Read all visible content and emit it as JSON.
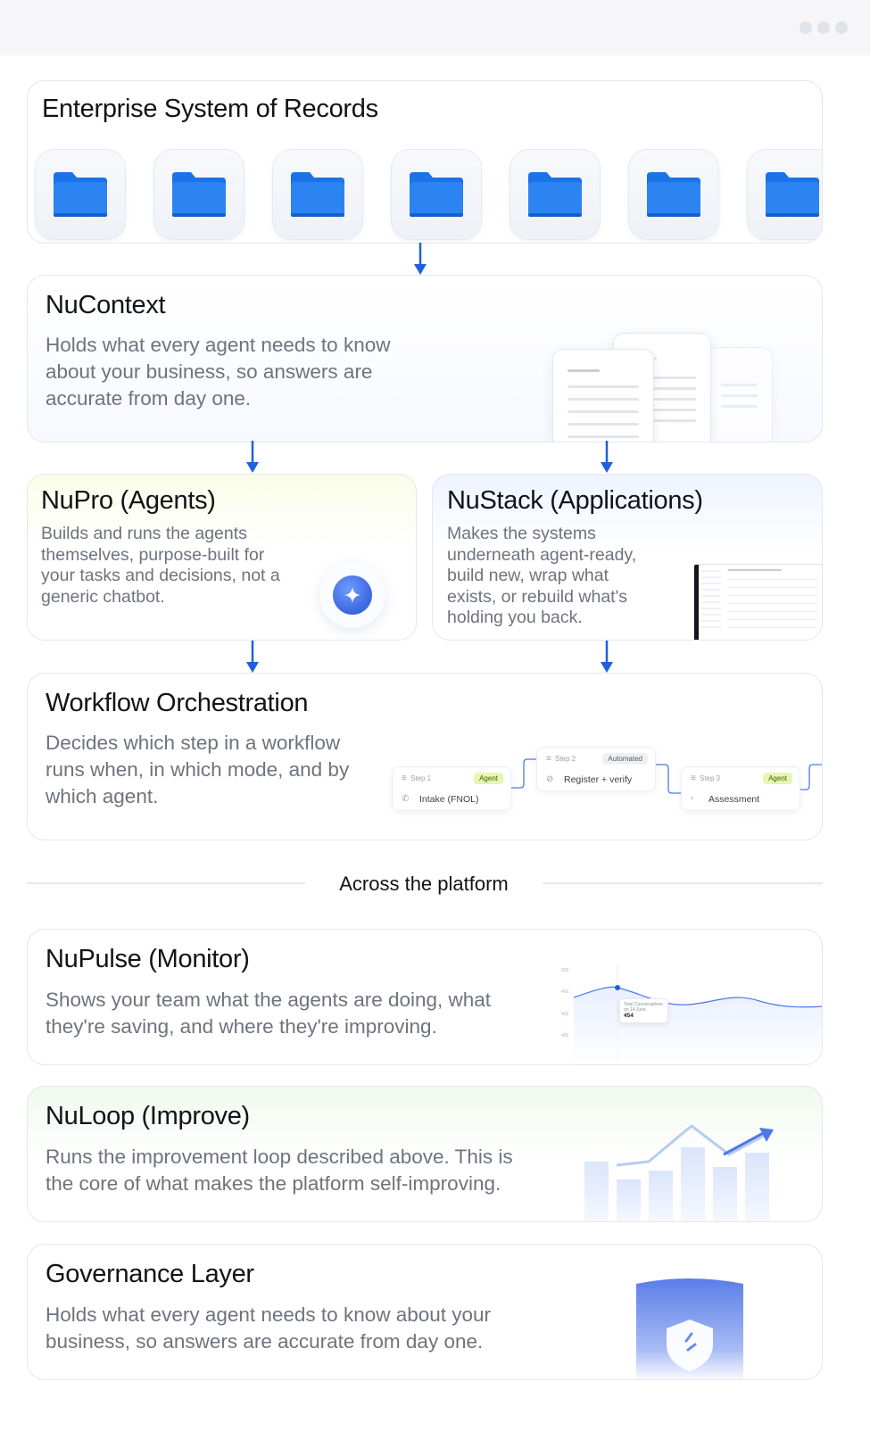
{
  "records": {
    "title": "Enterprise System of Records",
    "folders": [
      "folder-icon",
      "folder-icon",
      "folder-icon",
      "folder-icon",
      "folder-icon",
      "folder-icon",
      "folder-icon"
    ]
  },
  "nucontext": {
    "title": "NuContext",
    "desc": "Holds what every agent needs to know about your business, so answers are accurate from day one."
  },
  "nupro": {
    "title": "NuPro (Agents)",
    "desc": "Builds and runs the agents themselves, purpose-built for your tasks and decisions, not a generic chatbot."
  },
  "nustack": {
    "title": "NuStack (Applications)",
    "desc": "Makes the systems underneath agent-ready, build new, wrap what exists, or rebuild what's holding you back."
  },
  "workflow": {
    "title": "Workflow Orchestration",
    "desc": "Decides which step in a workflow runs when, in which mode, and by which agent.",
    "steps": [
      {
        "step": "Step 1",
        "badge": "Agent",
        "label": "Intake (FNOL)"
      },
      {
        "step": "Step 2",
        "badge": "Automated",
        "label": "Register + verify"
      },
      {
        "step": "Step 3",
        "badge": "Agent",
        "label": "Assessment"
      }
    ]
  },
  "section": {
    "label": "Across the platform"
  },
  "nupulse": {
    "title": "NuPulse (Monitor)",
    "desc": "Shows your team what the agents are doing, what they're saving, and where they're improving.",
    "tooltip_label": "Total Conversations on 14 June",
    "tooltip_value": "454",
    "axis": [
      "500",
      "450",
      "425",
      "400"
    ]
  },
  "nuloop": {
    "title": "NuLoop (Improve)",
    "desc": "Runs the improvement loop described above. This is the core of what makes the platform self-improving."
  },
  "governance": {
    "title": "Governance Layer",
    "desc": "Holds what every agent needs to know about your business, so answers are accurate from day one."
  },
  "colors": {
    "accent": "#1f5fe0",
    "folder": "#1a73e8",
    "agent_badge": "#e6f7b0",
    "muted": "#6e737d"
  }
}
